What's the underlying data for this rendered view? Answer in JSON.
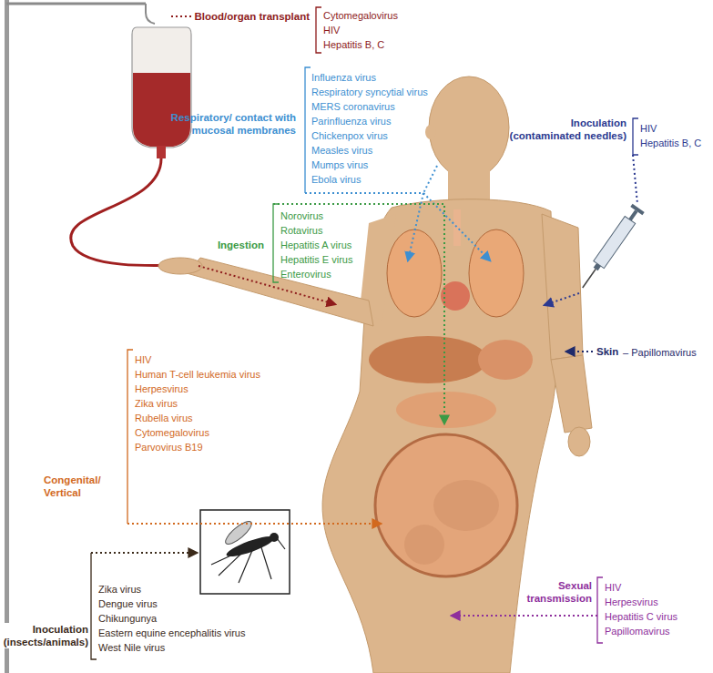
{
  "diagram": {
    "labels": [
      "Blood/organ transplant",
      "Cytomegalovirus",
      "HIV",
      "Hepatitis B, C",
      "Respiratory/ contact with mucosal membranes",
      "Influenza virus",
      "Respiratory syncytial virus",
      "MERS coronavirus",
      "Parinfluenza virus",
      "Chickenpox virus",
      "Measles virus",
      "Mumps virus",
      "Ebola virus",
      "Ingestion",
      "Norovirus",
      "Rotavirus",
      "Hepatitis A virus",
      "Hepatitis E virus",
      "Enterovirus",
      "Inoculation (contaminated needles)",
      "HIV",
      "Hepatitis B, C",
      "Skin",
      "– Papillomavirus",
      "Congenital/ Vertical",
      "HIV",
      "Human T-cell leukemia virus",
      "Herpesvirus",
      "Zika virus",
      "Rubella virus",
      "Cytomegalovirus",
      "Parvovirus B19",
      "Inoculation (insects/animals)",
      "Zika virus",
      "Dengue virus",
      "Chikungunya",
      "Eastern equine encephalitis virus",
      "West Nile virus",
      "Sexual transmission",
      "HIV",
      "Herpesvirus",
      "Hepatitis C virus",
      "Papillomavirus"
    ]
  }
}
